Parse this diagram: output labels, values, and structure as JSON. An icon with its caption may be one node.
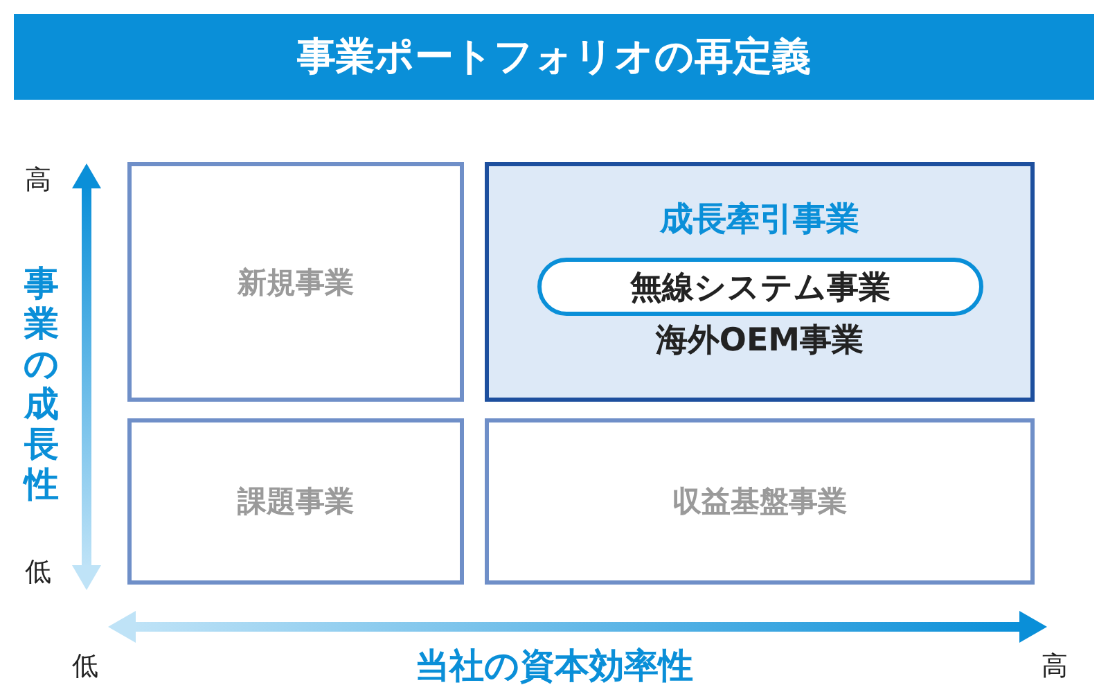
{
  "diagram": {
    "title": "事業ポートフォリオの再定義",
    "nodes": [
      {
        "text": [
          "新規事業"
        ]
      },
      {
        "text": [
          "成長牽引事業",
          "海外OEM事業"
        ]
      },
      {
        "text": [
          "無線システム事業"
        ],
        "in": 1
      },
      {
        "text": [
          "課題事業"
        ]
      },
      {
        "text": [
          "収益基盤事業"
        ]
      }
    ],
    "labels": [
      "高",
      "事業の成長性",
      "低",
      "低",
      "当社の資本効率性",
      "高"
    ]
  }
}
